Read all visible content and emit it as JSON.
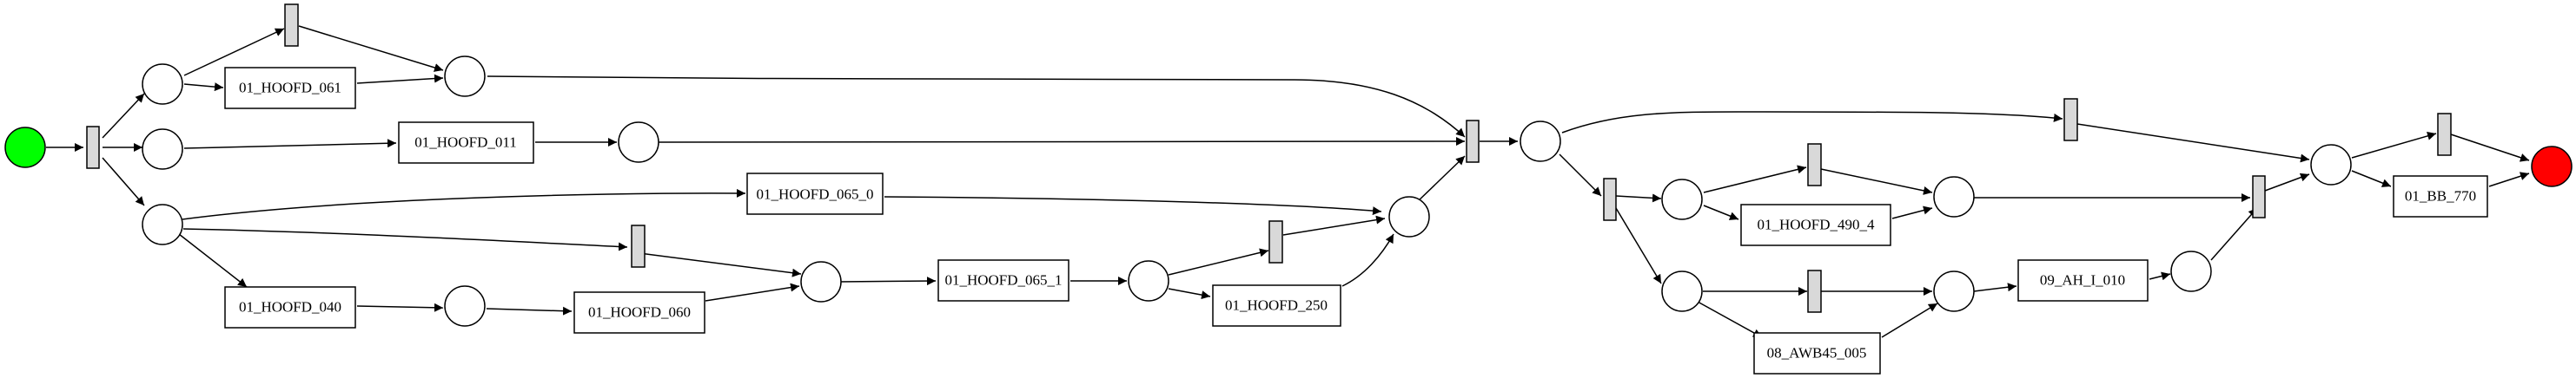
{
  "diagram": {
    "colors": {
      "start_place": "#00ff00",
      "end_place": "#ff0000",
      "silent_transition": "#d9d9d9",
      "line": "#000000",
      "background": "#ffffff"
    },
    "transitions": [
      {
        "id": "T_061",
        "label": "01_HOOFD_061"
      },
      {
        "id": "T_011",
        "label": "01_HOOFD_011"
      },
      {
        "id": "T_065_0",
        "label": "01_HOOFD_065_0"
      },
      {
        "id": "T_040",
        "label": "01_HOOFD_040"
      },
      {
        "id": "T_060",
        "label": "01_HOOFD_060"
      },
      {
        "id": "T_065_1",
        "label": "01_HOOFD_065_1"
      },
      {
        "id": "T_250",
        "label": "01_HOOFD_250"
      },
      {
        "id": "T_490_4",
        "label": "01_HOOFD_490_4"
      },
      {
        "id": "T_005",
        "label": "08_AWB45_005"
      },
      {
        "id": "T_010",
        "label": "09_AH_I_010"
      },
      {
        "id": "T_770",
        "label": "01_BB_770"
      }
    ]
  }
}
